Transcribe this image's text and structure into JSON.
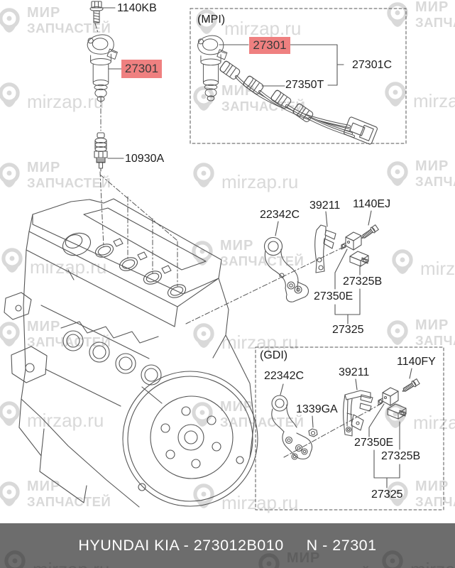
{
  "watermark": {
    "brand_line1": "МИР",
    "brand_line2": "ЗАПЧАСТЕЙ",
    "site": "mirzap.ru"
  },
  "parts": {
    "bolt_top": "1140KB",
    "coil": "27301",
    "spark_plug": "10930A",
    "mpi": {
      "title": "(MPI)",
      "coil": "27301",
      "wire_set": "27350T",
      "coil_assembly": "27301C"
    },
    "mpi_mount": {
      "bracket_arm": "22342C",
      "bracket": "39211",
      "bolt": "1140EJ",
      "capacitor": "27350E",
      "connector": "27325B",
      "assembly": "27325"
    },
    "gdi": {
      "title": "(GDI)",
      "bracket_arm": "22342C",
      "bracket": "39211",
      "bolt": "1140FY",
      "nut": "1339GA",
      "capacitor": "27350E",
      "connector": "27325B",
      "assembly": "27325"
    }
  },
  "footer": {
    "part_line": "HYUNDAI  KIA - 273012B010",
    "catalog_ref": "N - 27301"
  },
  "colors": {
    "highlight": "#ef8080",
    "footer_bg": "#6d6d6d",
    "line": "#555555",
    "watermark_light": "#d9d9d9",
    "watermark_dark": "#5e5e5e"
  }
}
